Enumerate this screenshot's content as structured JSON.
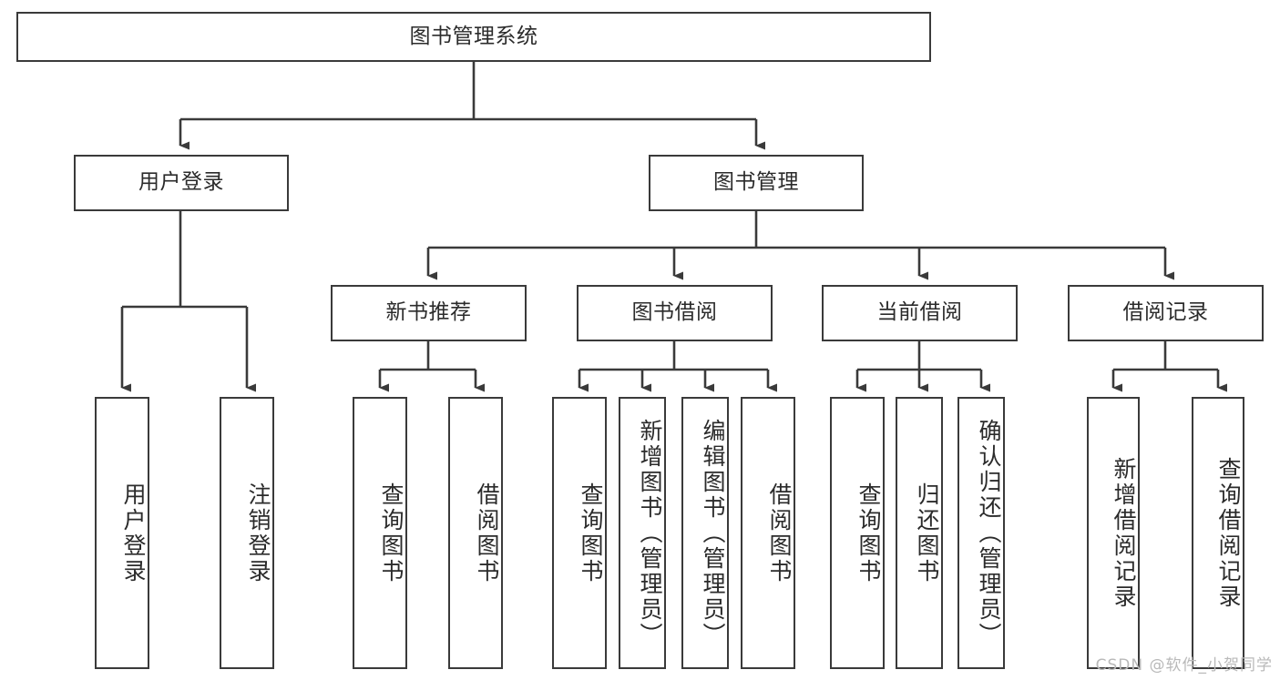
{
  "diagram": {
    "type": "tree",
    "title": "图书管理系统",
    "orientation": "top-down",
    "line_color": "#3a3a3a",
    "box_fill": "#ffffff",
    "background": "#ffffff",
    "nodes": {
      "root": {
        "label": "图书管理系统"
      },
      "level1": [
        {
          "id": "user-login",
          "label": "用户登录"
        },
        {
          "id": "book-manage",
          "label": "图书管理"
        }
      ],
      "level2": [
        {
          "id": "new-book-recommend",
          "label": "新书推荐"
        },
        {
          "id": "book-borrow",
          "label": "图书借阅"
        },
        {
          "id": "current-borrow",
          "label": "当前借阅"
        },
        {
          "id": "borrow-record",
          "label": "借阅记录"
        }
      ],
      "leaves": {
        "user_login": [
          {
            "id": "leaf-user-login",
            "label": "用户登录"
          },
          {
            "id": "leaf-logout-login",
            "label": "注销登录"
          }
        ],
        "new_book_recommend": [
          {
            "id": "leaf-query-book-1",
            "label": "查询图书"
          },
          {
            "id": "leaf-borrow-book-1",
            "label": "借阅图书"
          }
        ],
        "book_borrow": [
          {
            "id": "leaf-query-book-2",
            "label": "查询图书"
          },
          {
            "id": "leaf-add-book",
            "label": "新增图书（管理员）"
          },
          {
            "id": "leaf-edit-book",
            "label": "编辑图书（管理员）"
          },
          {
            "id": "leaf-borrow-book-2",
            "label": "借阅图书"
          }
        ],
        "current_borrow": [
          {
            "id": "leaf-query-book-3",
            "label": "查询图书"
          },
          {
            "id": "leaf-return-book",
            "label": "归还图书"
          },
          {
            "id": "leaf-confirm-return",
            "label": "确认归还（管理员）"
          }
        ],
        "borrow_record": [
          {
            "id": "leaf-add-record",
            "label": "新增借阅记录"
          },
          {
            "id": "leaf-query-record",
            "label": "查询借阅记录"
          }
        ]
      }
    }
  },
  "watermark": {
    "text": "CSDN @软件_小贺同学"
  }
}
